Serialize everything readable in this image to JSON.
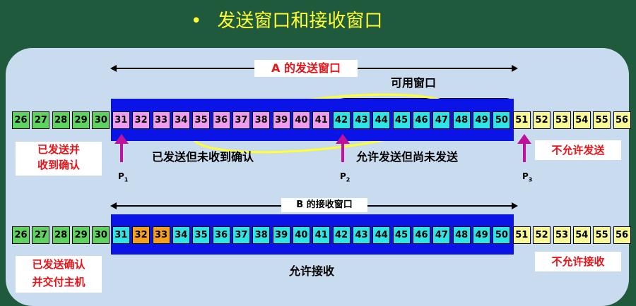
{
  "title": {
    "bullet": "•",
    "text": "发送窗口和接收窗口"
  },
  "sender": {
    "window_label": "A 的发送窗口",
    "usable_label": "可用窗口",
    "left_note_lines": [
      "已发送并",
      "收到确认"
    ],
    "middle_note_1": "已发送但未收到确认",
    "middle_note_2": "允许发送但尚未发送",
    "right_note": "不允许发送",
    "pointers": [
      {
        "p": "P",
        "sub": "1"
      },
      {
        "p": "P",
        "sub": "2"
      },
      {
        "p": "P",
        "sub": "3"
      }
    ],
    "cells": [
      "26",
      "27",
      "28",
      "29",
      "30",
      "31",
      "32",
      "33",
      "34",
      "35",
      "36",
      "37",
      "38",
      "39",
      "40",
      "41",
      "42",
      "43",
      "44",
      "45",
      "46",
      "47",
      "48",
      "49",
      "50",
      "51",
      "52",
      "53",
      "54",
      "55",
      "56"
    ]
  },
  "receiver": {
    "window_label": "B 的接收窗口",
    "left_note_lines": [
      "已发送确认",
      "并交付主机"
    ],
    "middle_note": "允许接收",
    "right_note": "不允许接收",
    "cells": [
      "26",
      "27",
      "28",
      "29",
      "30",
      "31",
      "32",
      "33",
      "34",
      "35",
      "36",
      "37",
      "38",
      "39",
      "40",
      "41",
      "42",
      "43",
      "44",
      "45",
      "46",
      "47",
      "48",
      "49",
      "50",
      "51",
      "52",
      "53",
      "54",
      "55",
      "56"
    ]
  },
  "colors": {
    "green": "#5fd35f",
    "pink": "#ef9eef",
    "cyan": "#2ee4e4",
    "yellow": "#f8f896",
    "orange": "#f4a21e",
    "window_blue": "#0a14e6",
    "annotation": "#ffff33"
  }
}
